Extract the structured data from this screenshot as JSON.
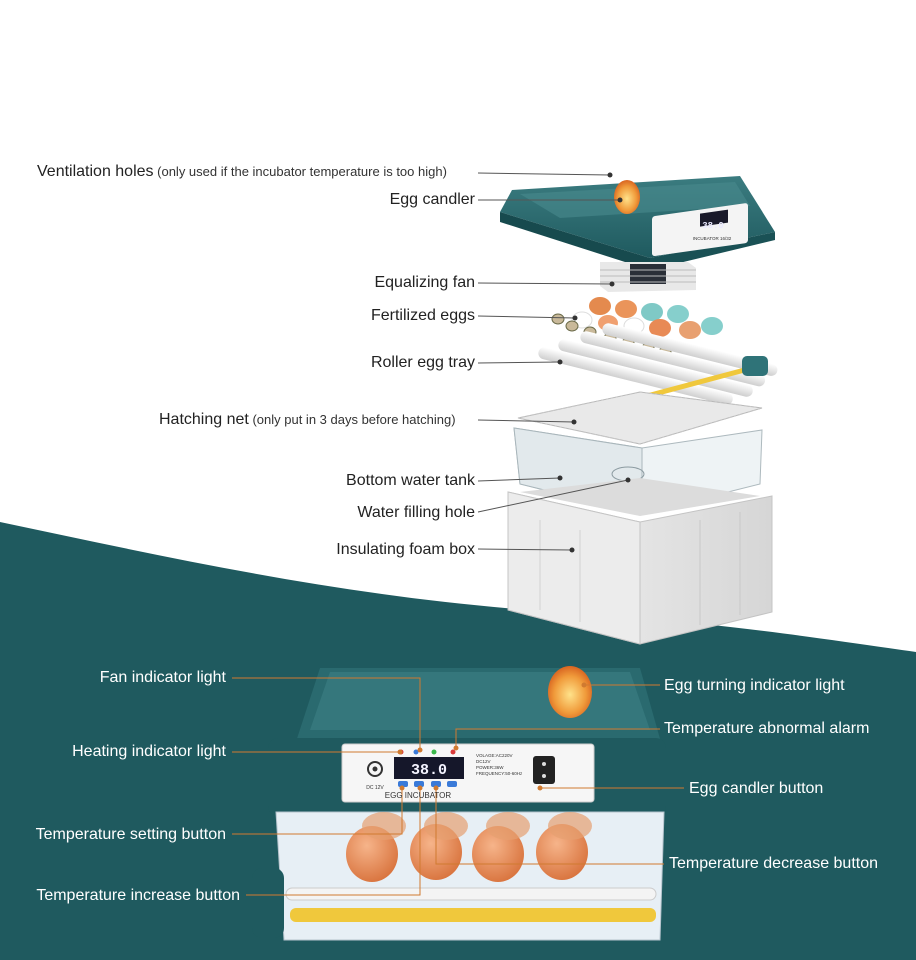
{
  "colors": {
    "teal": "#1f5a5f",
    "teal_light": "#2f7378",
    "orange_egg": "#e88a55",
    "leader_top": "#555555",
    "leader_bottom": "#d07a30"
  },
  "upper_labels": [
    {
      "id": "ventilation-holes",
      "text": "Ventilation holes",
      "note": " (only used if the incubator temperature is too high)"
    },
    {
      "id": "egg-candler",
      "text": "Egg candler",
      "note": ""
    },
    {
      "id": "equalizing-fan",
      "text": "Equalizing fan",
      "note": ""
    },
    {
      "id": "fertilized-eggs",
      "text": "Fertilized eggs",
      "note": ""
    },
    {
      "id": "roller-egg-tray",
      "text": "Roller egg tray",
      "note": ""
    },
    {
      "id": "hatching-net",
      "text": "Hatching net",
      "note": " (only put in 3 days before hatching)"
    },
    {
      "id": "bottom-water-tank",
      "text": "Bottom water tank",
      "note": ""
    },
    {
      "id": "water-filling-hole",
      "text": "Water filling hole",
      "note": ""
    },
    {
      "id": "insulating-foam-box",
      "text": "Insulating foam box",
      "note": ""
    }
  ],
  "lower_left_labels": [
    {
      "id": "fan-indicator-light",
      "text": "Fan indicator light"
    },
    {
      "id": "heating-indicator-light",
      "text": "Heating indicator light"
    },
    {
      "id": "temperature-setting-button",
      "text": "Temperature setting button"
    },
    {
      "id": "temperature-increase-button",
      "text": "Temperature increase button"
    }
  ],
  "lower_right_labels": [
    {
      "id": "egg-turning-indicator-light",
      "text": "Egg turning indicator light"
    },
    {
      "id": "temperature-abnormal-alarm",
      "text": "Temperature abnormal alarm"
    },
    {
      "id": "egg-candler-button",
      "text": "Egg candler button"
    },
    {
      "id": "temperature-decrease-button",
      "text": "Temperature decrease button"
    }
  ],
  "panel": {
    "display": "38.0",
    "brand": "EGG INCUBATOR",
    "dc": "DC 12V",
    "spec_lines": [
      "VOLAGE:AC220V",
      "DC12V",
      "POWER:36W",
      "FREQUENCY:50-60Hz"
    ]
  },
  "top_panel": {
    "display": "38.0",
    "brand": "INCUBATOR 16/32"
  }
}
